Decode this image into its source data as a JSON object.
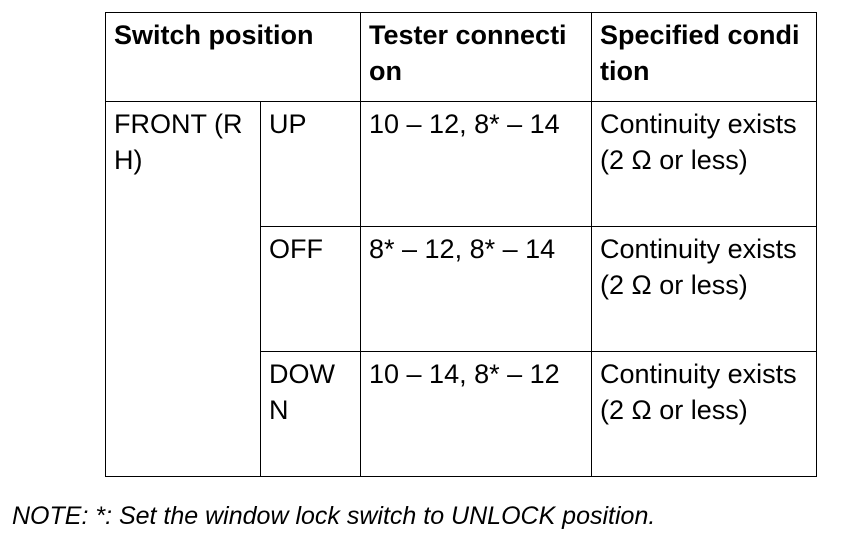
{
  "header": {
    "switch_position": "Switch position",
    "tester_connection": "Tester connection",
    "specified_condition": "Specified condition"
  },
  "group_label": "FRONT (RH)",
  "rows": [
    {
      "position": "UP",
      "connection": "10 – 12, 8* – 14",
      "condition": "Continuity exists (2 Ω or less)"
    },
    {
      "position": "OFF",
      "connection": "8* – 12, 8* – 14",
      "condition": "Continuity exists (2 Ω or less)"
    },
    {
      "position": "DOWN",
      "connection": "10 – 14, 8* – 12",
      "condition": "Continuity exists (2 Ω or less)"
    }
  ],
  "note": "NOTE: *: Set the window lock switch to UNLOCK position."
}
